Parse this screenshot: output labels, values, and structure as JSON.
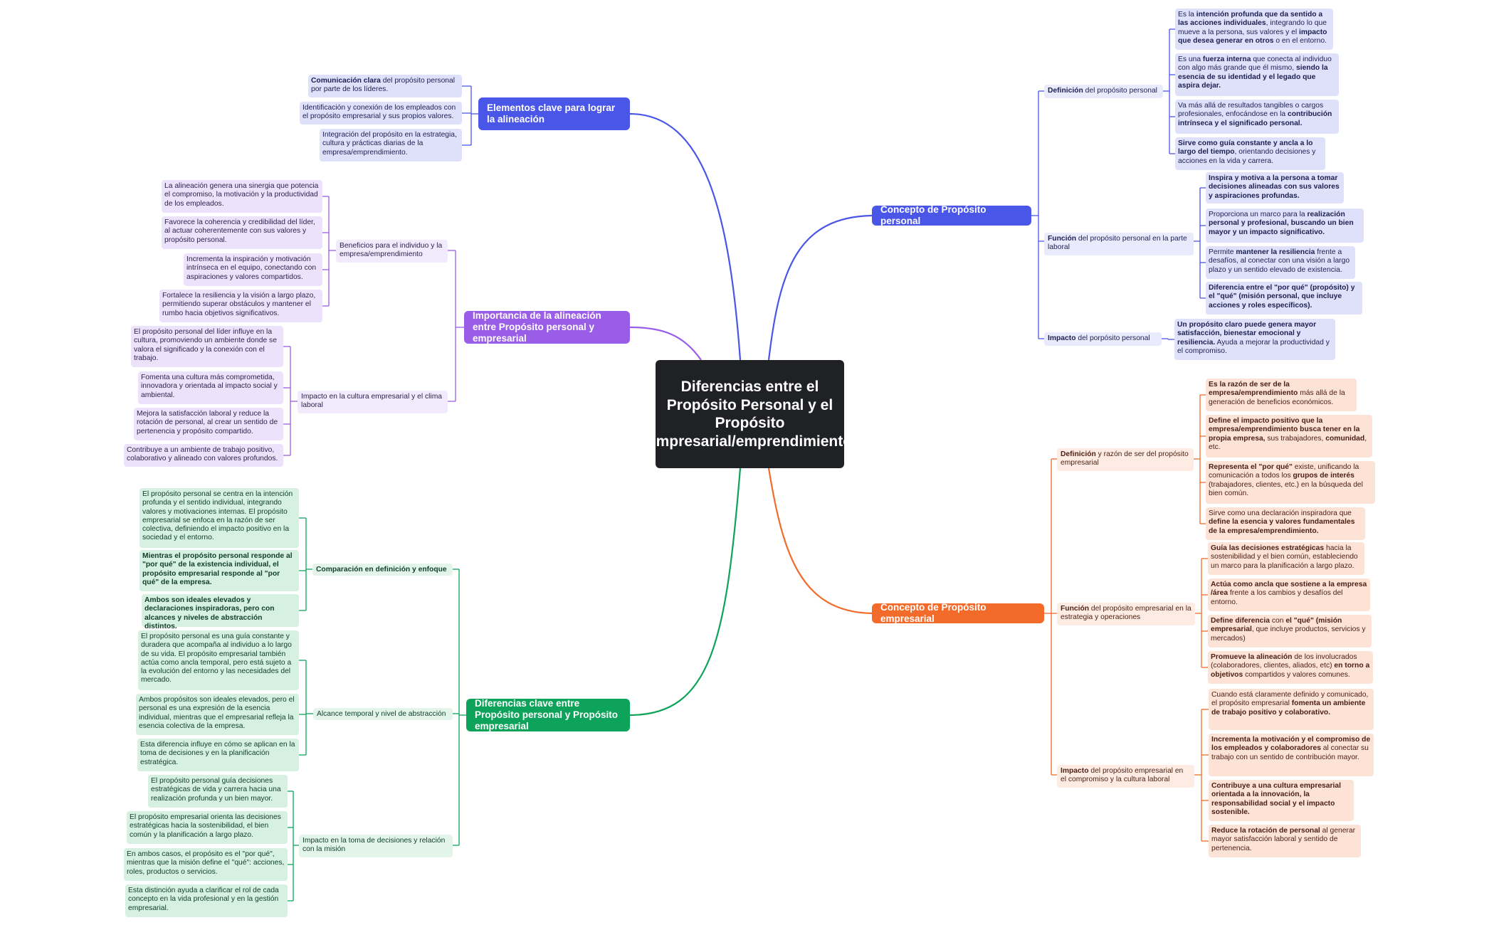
{
  "central": "Diferencias entre el Propósito Personal y el Propósito empresarial/emprendimiento",
  "branches": {
    "personal": {
      "title": "Concepto de Propósito personal",
      "color": "#4a56e8",
      "definicion": {
        "label": "<b>Definición</b> del propósito personal",
        "items": [
          "Es la <b>intención profunda que da sentido a las acciones individuales</b>, integrando lo que mueve a la persona, sus valores y el <b>impacto que desea generar en otros</b> o en el entorno.",
          "Es una <b>fuerza interna</b> que conecta al individuo con algo más grande que él mismo, <b>siendo la esencia de su identidad y el legado que aspira dejar.</b>",
          "Va más allá de resultados tangibles o cargos profesionales, enfocándose en la <b>contribución intrínseca y el significado personal.</b>",
          "<b>Sirve como guía constante y ancla a lo largo del tiempo</b>, orientando decisiones y acciones en la vida y carrera."
        ]
      },
      "funcion": {
        "label": "<b>Función</b> del propósito personal en la parte laboral",
        "items": [
          "<b>Inspira y motiva a la persona a tomar decisiones alineadas con sus valores y aspiraciones profundas.</b>",
          "Proporciona un marco para la <b>realización personal y profesional, buscando un bien mayor y un impacto significativo.</b>",
          "Permite <b>mantener la resiliencia</b> frente a desafíos, al conectar con una visión a largo plazo y un sentido elevado de existencia.",
          "<b>Diferencia entre el \"por qué\" (propósito) y el \"qué\" (misión personal, que incluye acciones y roles específicos).</b>"
        ]
      },
      "impacto": {
        "label": "<b>Impacto</b> del porpósito personal",
        "items": [
          "<b>Un propósito claro puede genera mayor satisfacción, bienestar emocional y resiliencia.</b> Ayuda a mejorar la productividad y el compromiso."
        ]
      }
    },
    "empresarial": {
      "title": "Concepto de Propósito empresarial",
      "color": "#f26b2a",
      "definicion": {
        "label": "<b>Definición</b> y razón de ser del propósito empresarial",
        "items": [
          "<b>Es la razón de ser de la empresa/emprendimiento</b>  más allá de la generación de beneficios económicos.",
          "<b>Define el impacto positivo que la empresa/emprendimiento busca tener en la propia empresa,</b> sus trabajadores, <b>comunidad</b>, etc.",
          "<b>Representa el \"por qué\"</b> existe, unificando la comunicación a todos los <b>grupos de interés</b> (trabajadores, clientes, etc.)  en la búsqueda del bien común.",
          "Sirve como una declaración inspiradora que <b>define la esencia y valores fundamentales de la empresa/emprendimiento.</b>"
        ]
      },
      "funcion": {
        "label": "<b>Función</b> del propósito empresarial en la estrategia y operaciones",
        "items": [
          "<b>Guía las decisiones estratégicas</b> hacia la sostenibilidad y el bien común, estableciendo un marco para la planificación a largo plazo.",
          "<b>Actúa como ancla que sostiene a la empresa /área</b>  frente a los cambios y desafíos del entorno.",
          "<b>Define diferencia</b> con <b>el \"qué\" (misión empresarial</b>, que incluye productos, servicios y mercados)",
          "<b>Promueve la alineación</b> de los involucrados (colaboradores, clientes, aliados, etc)  <b>en torno a objetivos</b> compartidos y valores comunes."
        ]
      },
      "impacto": {
        "label": "<b>Impacto</b> del propósito empresarial en el compromiso y la cultura laboral",
        "items": [
          "Cuando está claramente definido y comunicado, el propósito empresarial <b>fomenta un ambiente de trabajo positivo y colaborativo.</b>",
          "<b>Incrementa la motivación y el compromiso de los empleados y colaboradores</b> al conectar su trabajo con un sentido de contribución mayor.",
          "<b>Contribuye a una cultura empresarial orientada a la innovación, la responsabilidad social y el impacto sostenible.</b>",
          "<b>Reduce la rotación de personal</b> al generar mayor satisfacción laboral y sentido de pertenencia."
        ]
      }
    },
    "elementos": {
      "title": "Elementos clave para lograr la alineación",
      "color": "#4a56e8",
      "items": [
        "<b>Comunicación clara</b> del propósito personal por parte de los líderes.",
        "Identificación y conexión de los empleados con el propósito empresarial y sus propios valores.",
        "Integración del propósito en la estrategia, cultura y prácticas diarias de la empresa/emprendimiento."
      ]
    },
    "importancia": {
      "title": "Importancia de la alineación entre Propósito personal y empresarial",
      "color": "#9a5de8",
      "beneficios": {
        "label": "Beneficios para el individuo y la empresa/emprendimiento",
        "items": [
          "La alineación genera una sinergia que potencia el compromiso, la motivación y la productividad de los empleados.",
          "Favorece la coherencia y credibilidad del líder, al actuar coherentemente con sus valores y propósito personal.",
          "Incrementa la inspiración y motivación intrínseca en el equipo, conectando con aspiraciones y valores compartidos.",
          "Fortalece la resiliencia y la visión a largo plazo, permitiendo superar obstáculos y mantener el rumbo hacia objetivos significativos."
        ]
      },
      "cultura": {
        "label": "Impacto en la cultura empresarial y el clima laboral",
        "items": [
          "El propósito personal del líder influye en la cultura, promoviendo un ambiente donde se valora el significado y la conexión con el trabajo.",
          "Fomenta una cultura más comprometida, innovadora y orientada al impacto social y ambiental.",
          "Mejora la satisfacción laboral y reduce la rotación de personal, al crear un sentido de pertenencia y propósito compartido.",
          "Contribuye a un ambiente de trabajo positivo, colaborativo y alineado con valores profundos."
        ]
      }
    },
    "diferencias": {
      "title": "Diferencias clave entre Propósito personal y Propósito empresarial",
      "color": "#0ea35a",
      "comparacion": {
        "label": "<b>Comparación en definición y enfoque</b>",
        "items": [
          "El propósito personal se centra en la intención profunda y el sentido individual, integrando valores y motivaciones internas. El propósito empresarial se enfoca en la razón de ser colectiva, definiendo el impacto positivo en la sociedad y el entorno.",
          "<b>Mientras el propósito personal responde al \"por qué\" de la existencia individual, el propósito empresarial responde al \"por qué\" de la empresa.</b>",
          "<b>Ambos son ideales elevados y declaraciones inspiradoras, pero con alcances y niveles de abstracción distintos.</b>"
        ]
      },
      "alcance": {
        "label": "Alcance temporal y nivel de abstracción",
        "items": [
          "El propósito personal es una guía constante y duradera que acompaña al individuo a lo largo de su vida. El propósito empresarial también actúa como ancla temporal, pero está sujeto a la evolución del entorno y las necesidades del mercado.",
          "Ambos propósitos son ideales elevados, pero el personal es una expresión de la esencia individual, mientras que el empresarial refleja la esencia colectiva de la empresa.",
          "Esta diferencia influye en cómo se aplican en la toma de decisiones y en la planificación estratégica."
        ]
      },
      "decisiones": {
        "label": "Impacto en la toma de decisiones y relación con la misión",
        "items": [
          "El propósito personal guía decisiones estratégicas de vida y carrera hacia una realización profunda y un bien mayor.",
          "El propósito empresarial orienta las decisiones estratégicas hacia la sostenibilidad, el bien común y la planificación a largo plazo.",
          "En ambos casos, el propósito es el \"por qué\", mientras que la misión define el \"qué\": acciones, roles, productos o servicios.",
          "Esta distinción ayuda a clarificar el rol de cada concepto en la vida profesional y en la gestión empresarial."
        ]
      }
    }
  }
}
